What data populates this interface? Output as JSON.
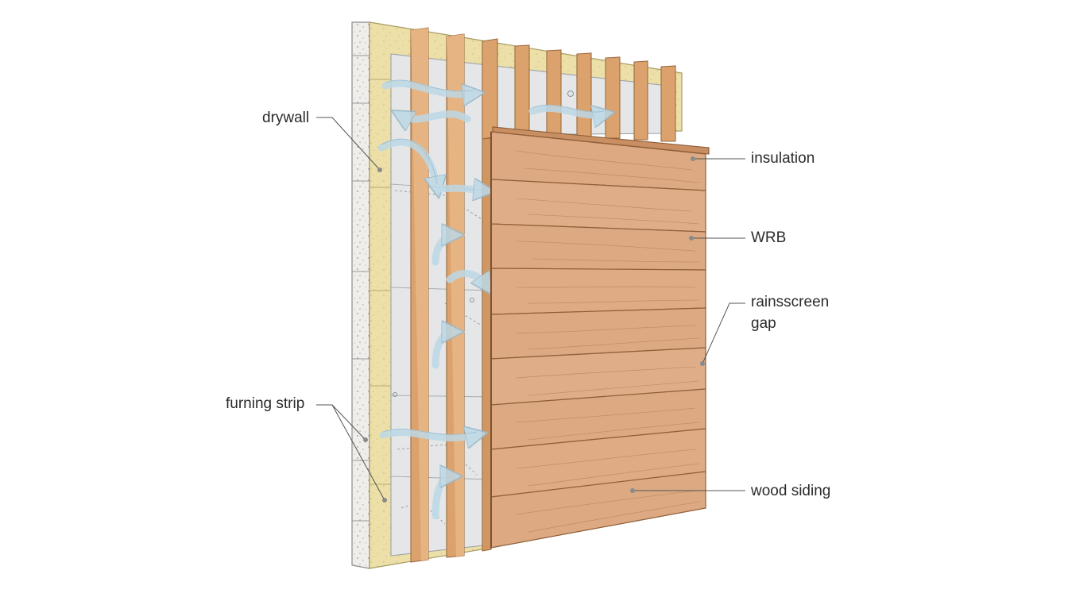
{
  "labels": {
    "drywall": "drywall",
    "insulation": "insulation",
    "wrb": "WRB",
    "rainscreen_line1": "rainsscreen",
    "rainscreen_line2": "gap",
    "furring_strip": "furning strip",
    "wood_siding": "wood siding"
  },
  "colors": {
    "drywall_core": "#efeeea",
    "insulation": "#ece0a8",
    "wrb": "#e4e6e8",
    "stud": "#dba26e",
    "siding": "#dca982",
    "airflow": "#bcd8e6",
    "leader_line": "#555555"
  },
  "icons": {
    "airflow_arrow": "airflow-arrow-icon"
  }
}
